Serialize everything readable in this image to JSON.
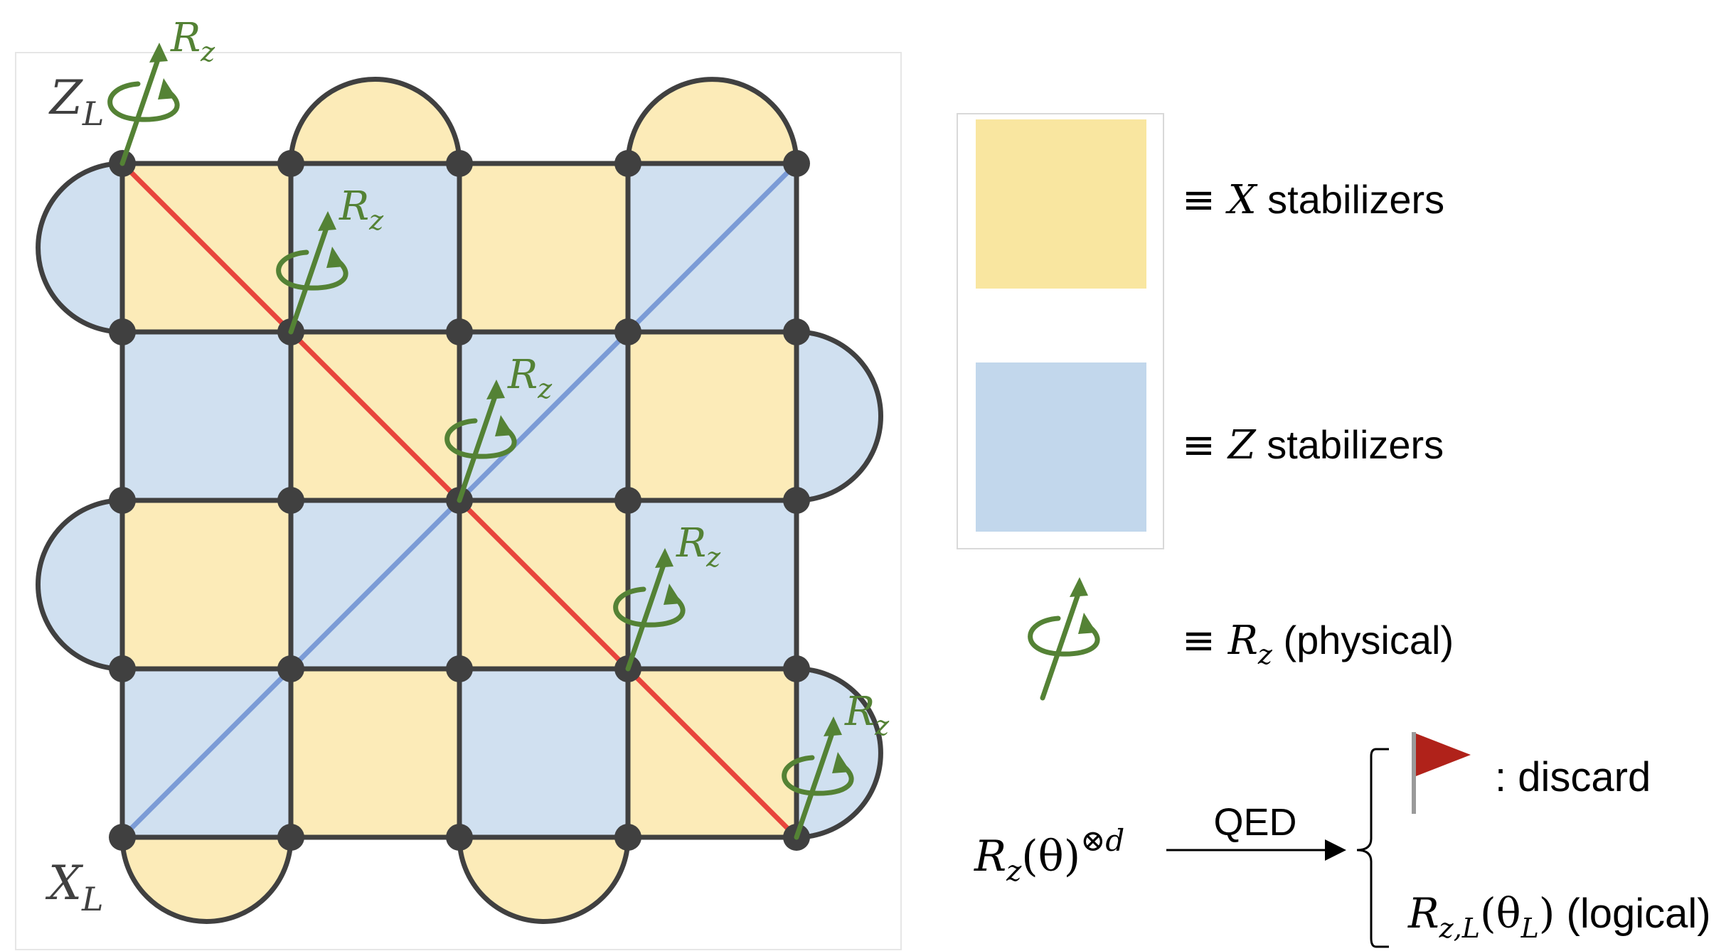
{
  "colors": {
    "x_stabilizer": "#fcebb8",
    "x_stabilizer_legend": "#f9e6a0",
    "z_stabilizer": "#d0e0f0",
    "z_stabilizer_legend": "#c2d7ec",
    "edge": "#404040",
    "red_line": "#e8453c",
    "blue_line": "#7b9bd6",
    "rotation": "#548235",
    "flag": "#b0221a"
  },
  "grid_colors": [
    [
      "X",
      "Z",
      "X",
      "Z"
    ],
    [
      "Z",
      "X",
      "Z",
      "X"
    ],
    [
      "X",
      "Z",
      "X",
      "Z"
    ],
    [
      "Z",
      "X",
      "Z",
      "X"
    ]
  ],
  "boundary_stabilizers": {
    "top": [
      "X",
      "X"
    ],
    "bottom": [
      "X",
      "X"
    ],
    "left": [
      "Z",
      "Z"
    ],
    "right": [
      "Z",
      "Z"
    ]
  },
  "labels": {
    "z_logical": "Z",
    "z_logical_sub": "L",
    "x_logical": "X",
    "x_logical_sub": "L",
    "rz": "R",
    "rz_sub": "z"
  },
  "legend": {
    "x_stabilizers": {
      "prefix": "≡ ",
      "symbol": "X",
      "text": " stabilizers"
    },
    "z_stabilizers": {
      "prefix": "≡ ",
      "symbol": "Z",
      "text": " stabilizers"
    },
    "rz_physical": {
      "prefix": "≡ ",
      "symbol": "R",
      "sub": "z",
      "text": " (physical)"
    }
  },
  "protocol": {
    "input_R": "R",
    "input_sub": "z",
    "input_arg": "(θ)",
    "input_sup": "⊗d",
    "arrow_label": "QED",
    "outcome_discard": ": discard",
    "outcome_logical_R": "R",
    "outcome_logical_sub": "z,L",
    "outcome_logical_arg_open": "(θ",
    "outcome_logical_arg_sub": "L",
    "outcome_logical_arg_close": ")",
    "outcome_logical_text": " (logical)"
  }
}
